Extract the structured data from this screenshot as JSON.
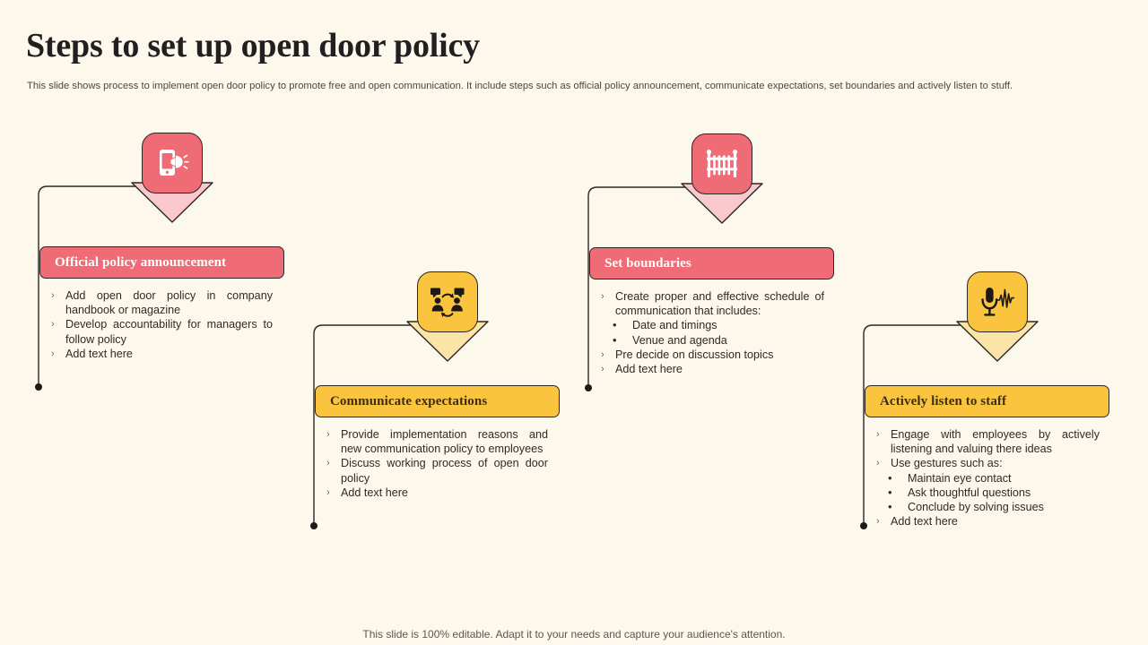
{
  "slide": {
    "title": "Steps to set up open door policy",
    "subtitle": "This slide shows process to implement open door policy to promote free and open communication. It include steps such as official policy announcement, communicate expectations, set boundaries and actively listen to stuff.",
    "footer": "This slide is 100% editable. Adapt it to your needs and capture your audience's attention.",
    "background_color": "#FDF8EC",
    "accent_pink": "#EF6C76",
    "accent_pink_light": "#FAC8CF",
    "accent_amber": "#FBC43F",
    "accent_amber_light": "#FCE3A8",
    "outline_color": "#2B2723"
  },
  "steps": [
    {
      "id": "official-policy-announcement",
      "title": "Official policy announcement",
      "theme": "pink",
      "icon": "smartphone-megaphone-icon",
      "bullets": [
        {
          "marker": "›",
          "text": "Add open door policy in company handbook or magazine",
          "level": 1
        },
        {
          "marker": "›",
          "text": "Develop accountability for managers to follow policy",
          "level": 1
        },
        {
          "marker": "›",
          "text": "Add text here",
          "level": 1
        }
      ]
    },
    {
      "id": "communicate-expectations",
      "title": "Communicate expectations",
      "theme": "amber",
      "icon": "people-conversation-icon",
      "bullets": [
        {
          "marker": "›",
          "text": "Provide implementation reasons and new communication policy to employees",
          "level": 1
        },
        {
          "marker": "›",
          "text": "Discuss working process of open door policy",
          "level": 1
        },
        {
          "marker": "›",
          "text": "Add text here",
          "level": 1
        }
      ]
    },
    {
      "id": "set-boundaries",
      "title": "Set boundaries",
      "theme": "pink",
      "icon": "fence-icon",
      "bullets": [
        {
          "marker": "›",
          "text": "Create proper and effective schedule of communication that includes:",
          "level": 1
        },
        {
          "marker": "•",
          "text": "Date and timings",
          "level": 2
        },
        {
          "marker": "•",
          "text": "Venue and agenda",
          "level": 2
        },
        {
          "marker": "›",
          "text": "Pre decide on discussion topics",
          "level": 1
        },
        {
          "marker": "›",
          "text": "Add text here",
          "level": 1
        }
      ]
    },
    {
      "id": "actively-listen-to-staff",
      "title": "Actively listen to staff",
      "theme": "amber",
      "icon": "microphone-waveform-icon",
      "bullets": [
        {
          "marker": "›",
          "text": "Engage with employees by actively listening and valuing there ideas",
          "level": 1
        },
        {
          "marker": "›",
          "text": "Use gestures such as:",
          "level": 1
        },
        {
          "marker": "•",
          "text": "Maintain eye contact",
          "level": 2
        },
        {
          "marker": "•",
          "text": "Ask thoughtful questions",
          "level": 2
        },
        {
          "marker": "•",
          "text": "Conclude by solving issues",
          "level": 2
        },
        {
          "marker": "›",
          "text": "Add text here",
          "level": 1
        }
      ]
    }
  ]
}
